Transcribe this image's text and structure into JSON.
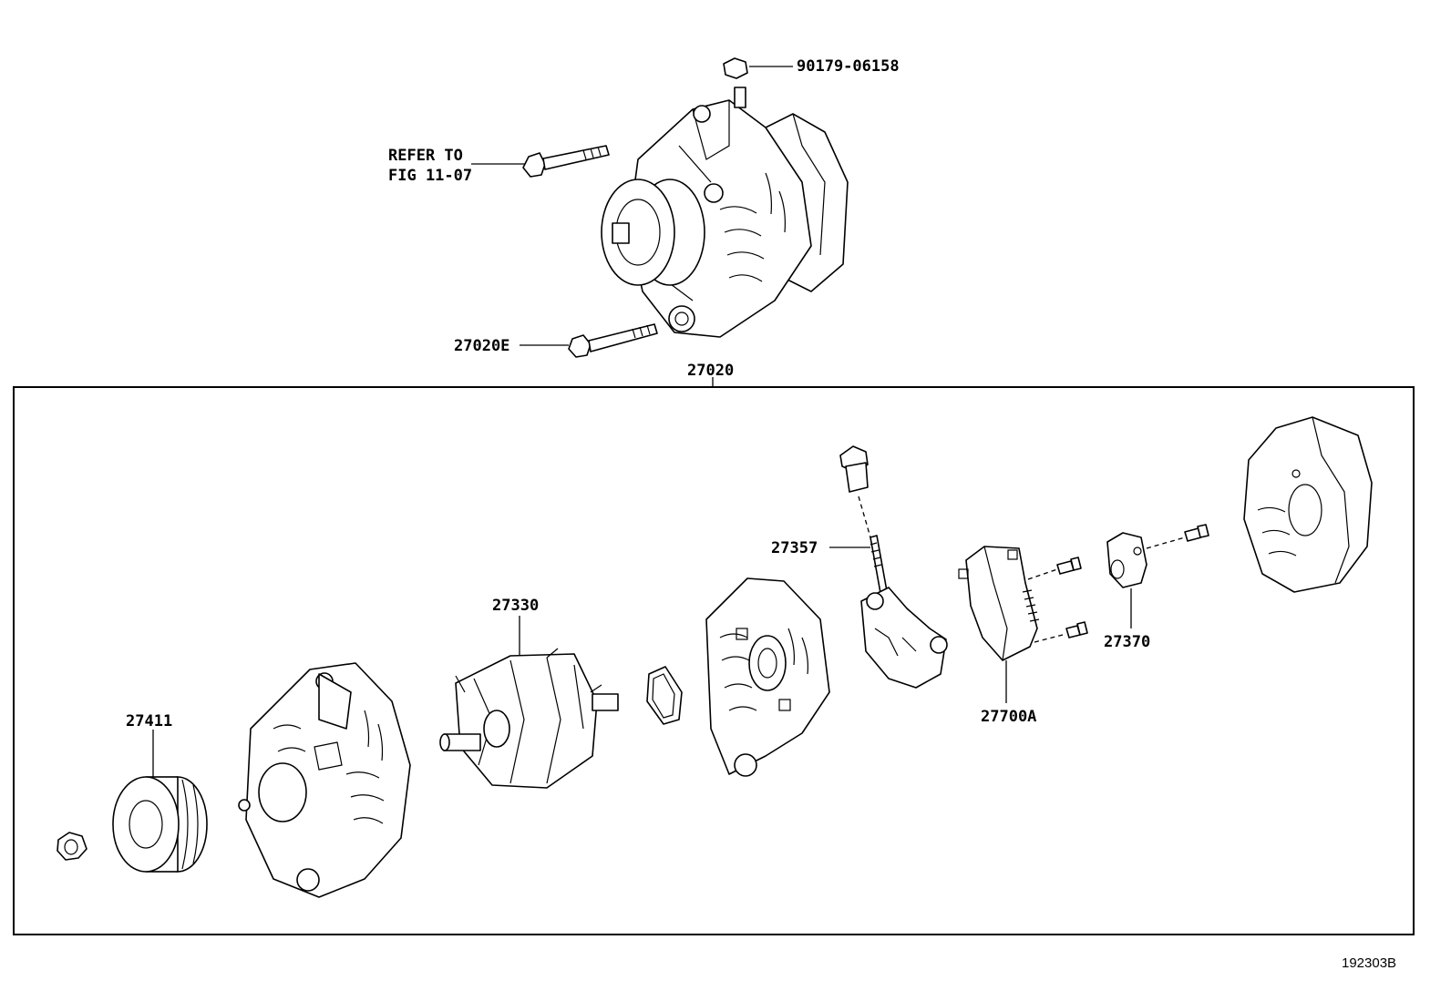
{
  "diagram": {
    "reference_id": "192303B",
    "group_label": "27020",
    "refer_to": {
      "line1": "REFER TO",
      "line2": "FIG 11-07"
    },
    "part_labels": {
      "nut_top": "90179-06158",
      "bolt_lower": "27020E",
      "pulley": "27411",
      "rotor": "27330",
      "terminal_insulator": "27357",
      "regulator_brush_holder": "27700A",
      "holder_cover": "27370"
    }
  }
}
